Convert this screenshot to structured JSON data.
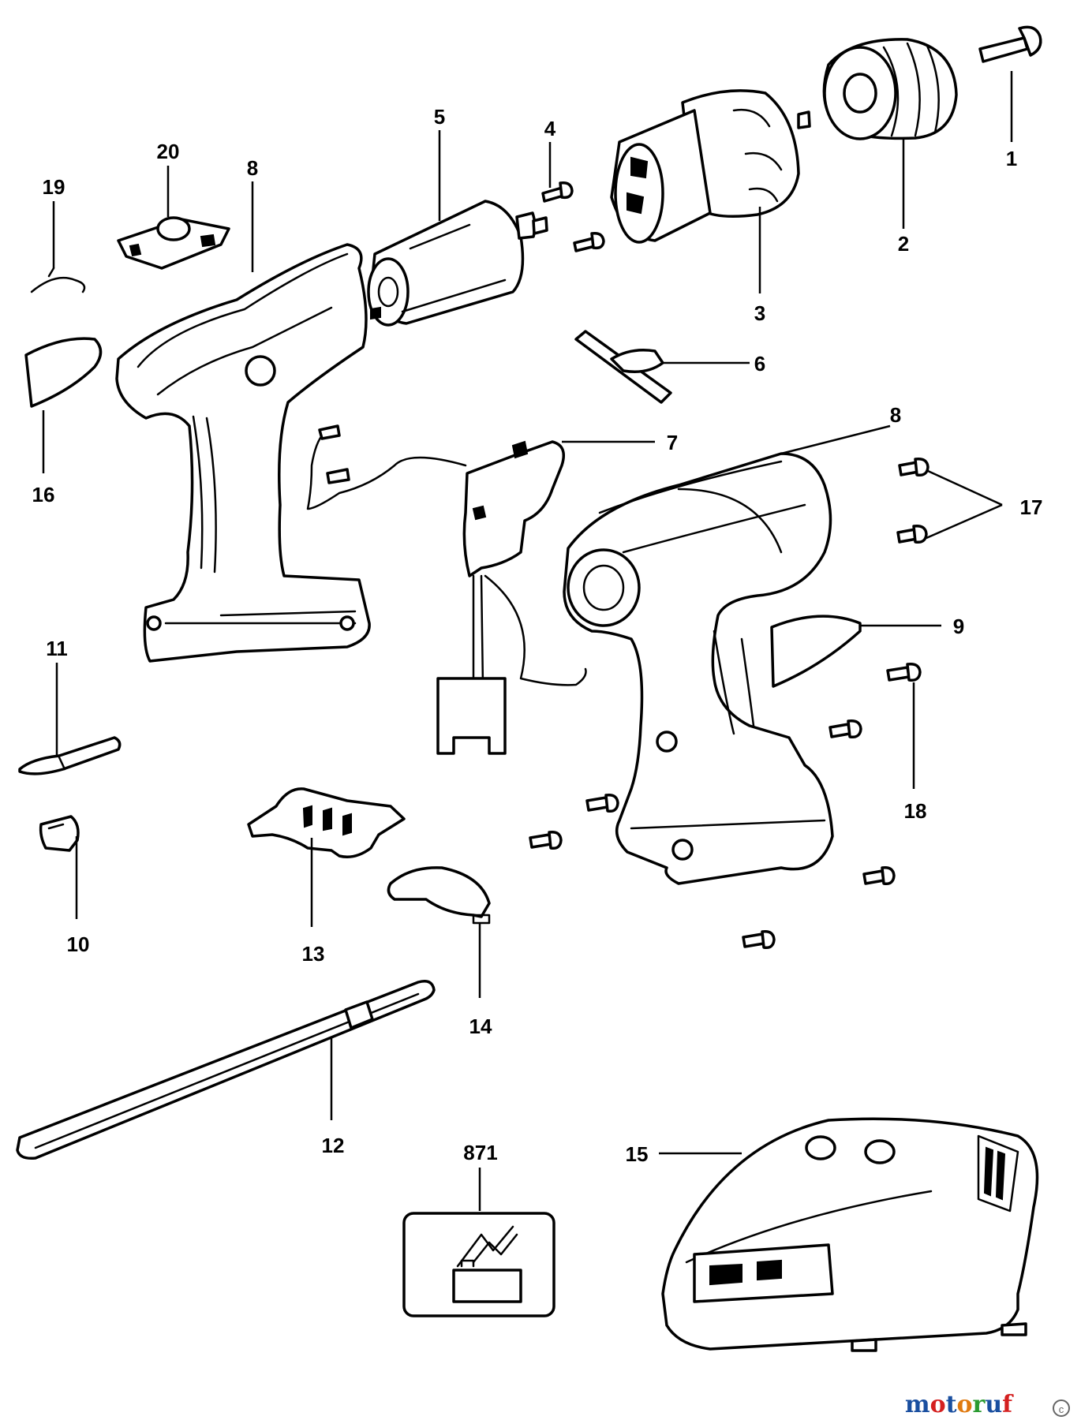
{
  "parts": {
    "p1": "1",
    "p2": "2",
    "p3": "3",
    "p4": "4",
    "p5": "5",
    "p6": "6",
    "p7": "7",
    "p8a": "8",
    "p8b": "8",
    "p9": "9",
    "p10": "10",
    "p11": "11",
    "p12": "12",
    "p13": "13",
    "p14": "14",
    "p15": "15",
    "p16": "16",
    "p17": "17",
    "p18": "18",
    "p19": "19",
    "p20": "20",
    "p871": "871"
  },
  "watermark": {
    "text": "motoruf",
    "colors": [
      "#1a4fa0",
      "#d42020",
      "#1a4fa0",
      "#e07a10",
      "#2a9a30",
      "#1a4fa0",
      "#d42020"
    ]
  }
}
